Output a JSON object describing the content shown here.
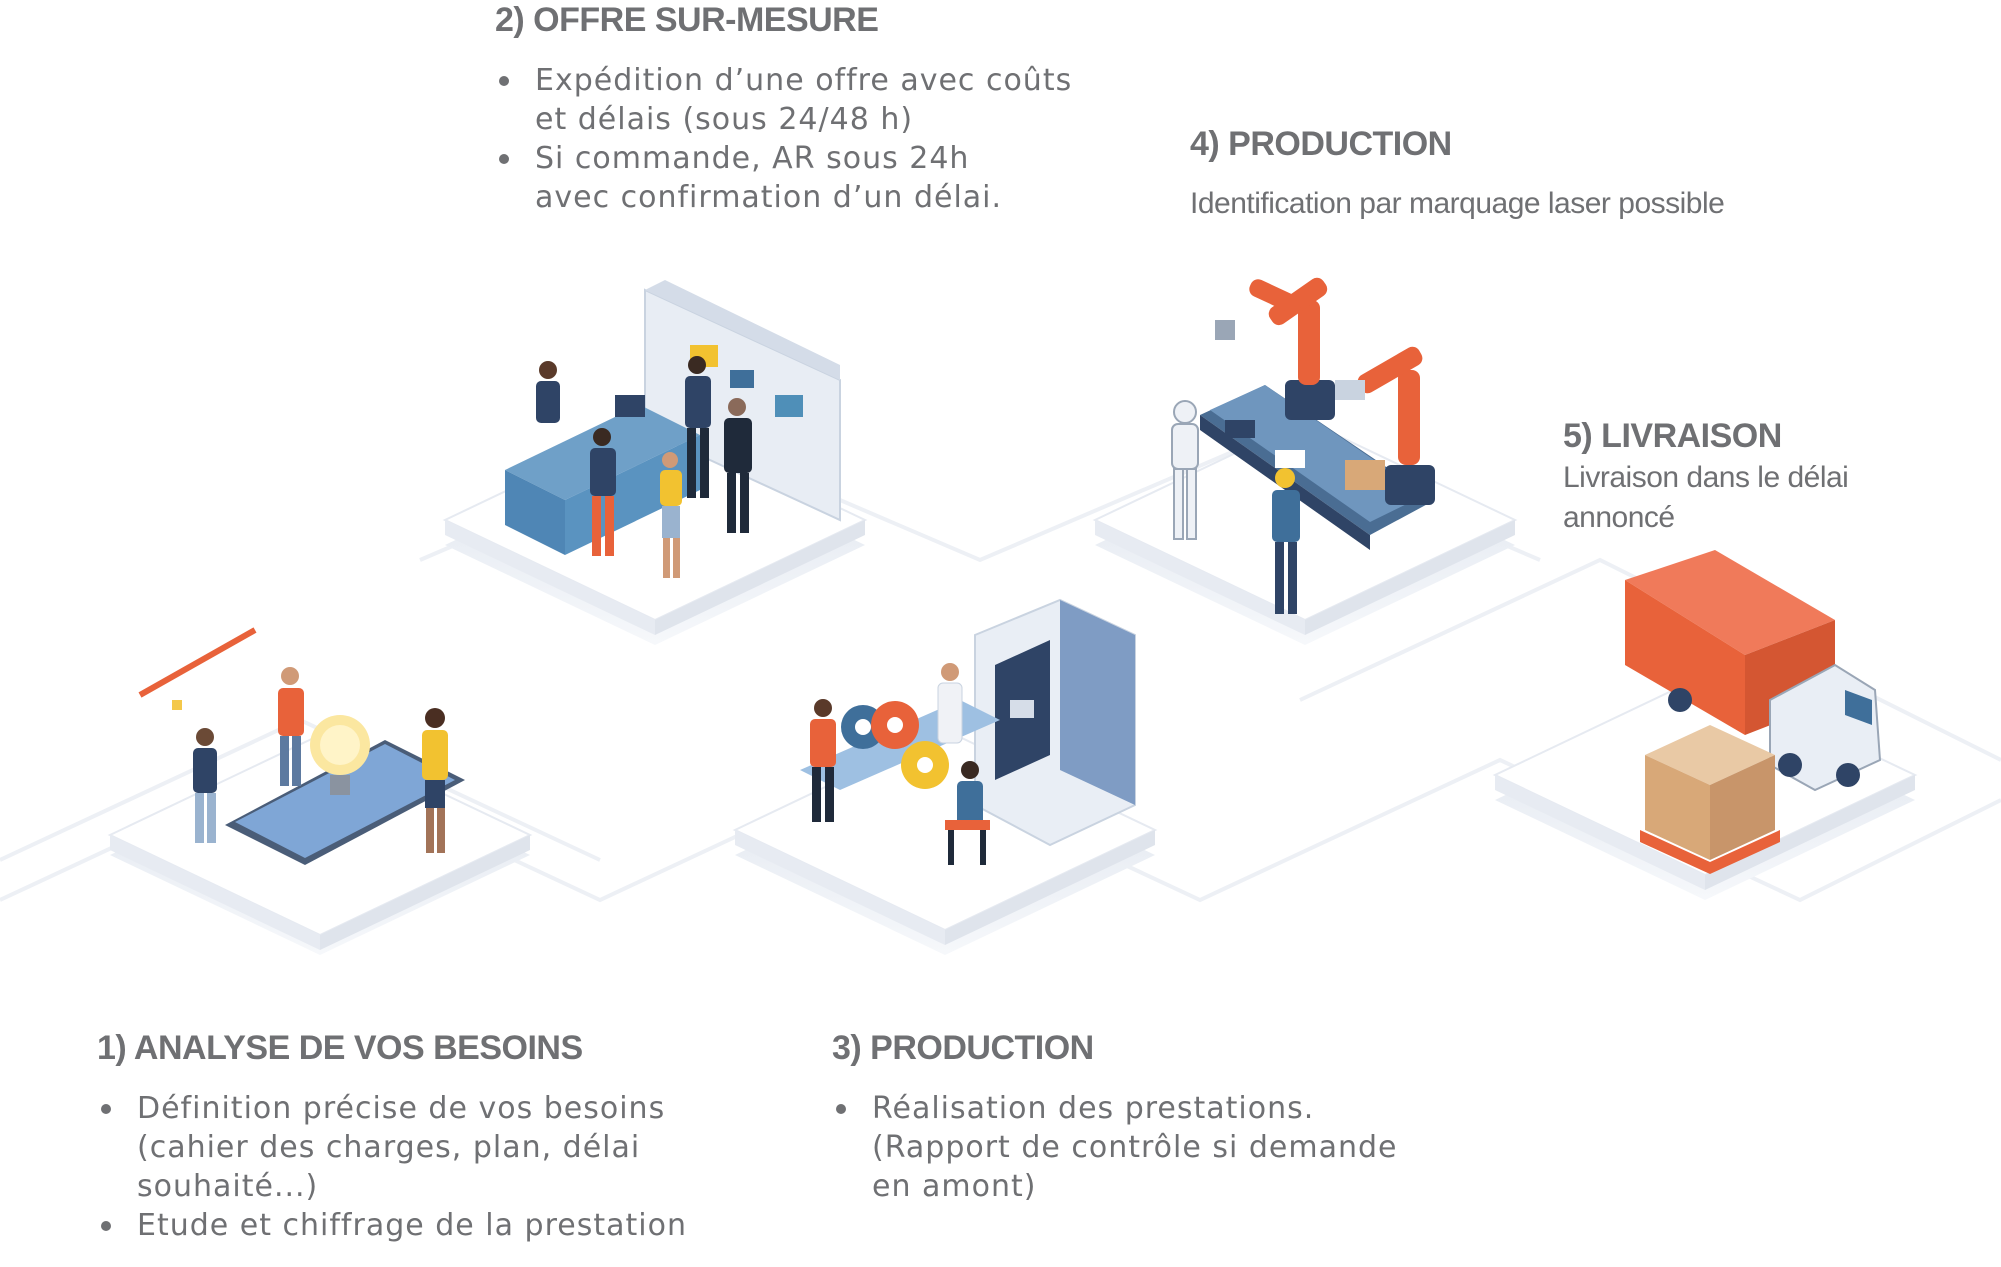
{
  "steps": {
    "step1": {
      "title": "1) ANALYSE DE VOS BESOINS",
      "bullets": [
        [
          "Définition précise de vos besoins",
          "(cahier des charges, plan, délai",
          "souhaité...)"
        ],
        [
          "Etude et chiffrage de la prestation"
        ]
      ]
    },
    "step2": {
      "title": "2) OFFRE SUR-MESURE",
      "bullets": [
        [
          "Expédition d’une offre avec coûts",
          "et délais (sous 24/48 h)"
        ],
        [
          "Si commande, AR sous 24h",
          "avec confirmation d’un délai."
        ]
      ]
    },
    "step3": {
      "title": "3) PRODUCTION",
      "bullets": [
        [
          "Réalisation des prestations.",
          "(Rapport de contrôle si demande",
          "en amont)"
        ]
      ]
    },
    "step4": {
      "title": "4) PRODUCTION",
      "description": "Identification par marquage laser possible"
    },
    "step5": {
      "title": "5) LIVRAISON",
      "description_lines": [
        "Livraison dans le délai",
        "annoncé"
      ]
    }
  },
  "colors": {
    "text": "#6f7073",
    "accent_orange": "#e8623a",
    "accent_blue": "#3f6f9a",
    "platform": "#eef1f6"
  }
}
